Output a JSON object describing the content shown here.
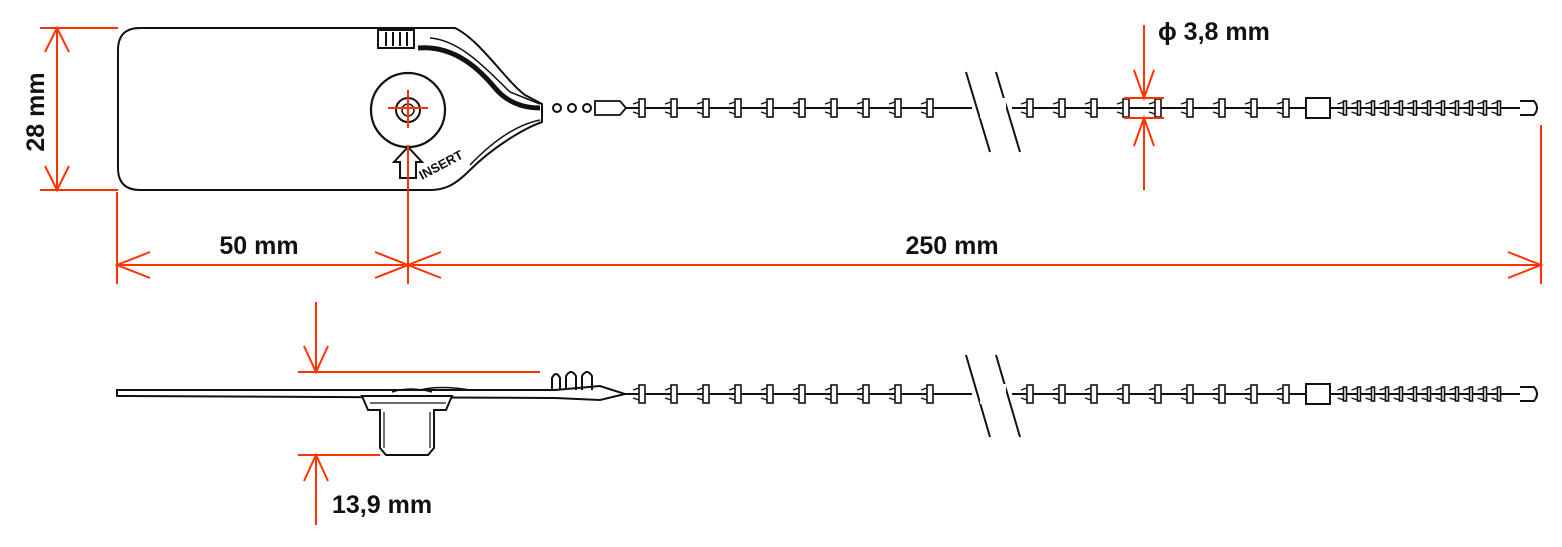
{
  "dimensions": {
    "height": "28 mm",
    "tab_length": "50 mm",
    "total_length": "250 mm",
    "strap_diameter": "ϕ 3,8 mm",
    "insert_depth": "13,9 mm"
  },
  "tab_label": "INSERT",
  "colors": {
    "dimension_line": "#ff3300",
    "outline": "#111111",
    "background": "#ffffff"
  }
}
